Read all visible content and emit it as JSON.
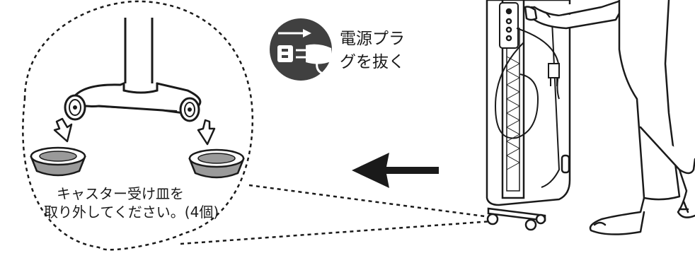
{
  "unplug_notice": {
    "line1": "電源プラ",
    "line2": "グを抜く",
    "icon": "unplug-power-plug-icon"
  },
  "caster_instruction": {
    "line1": "キャスター受け皿を",
    "line2": "取り外してください。(4個)"
  },
  "icons": {
    "direction_arrow": "left-arrow-icon",
    "down_arrows": "down-arrow-icon",
    "caster_cup": "caster-cup-icon"
  },
  "colors": {
    "line": "#1a1a1a",
    "cup_fill": "#9a9a9a",
    "icon_fill": "#404040"
  }
}
